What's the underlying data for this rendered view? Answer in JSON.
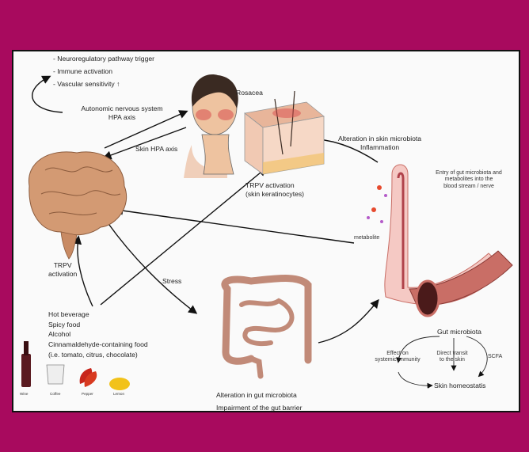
{
  "figure": {
    "top_triggers": [
      "- Neuroregulatory pathway trigger",
      "- Immune activation",
      "- Vascular sensitivity ↑"
    ],
    "autonomic": [
      "Autonomic nervous system",
      "HPA axis"
    ],
    "skin_hpa": "Skin HPA axis",
    "rosacea": "Rosacea",
    "trpv_skin": [
      "TRPV activation",
      "(skin keratinocytes)"
    ],
    "alteration_skin": [
      "Alteration in skin microbiota",
      "Inflammation"
    ],
    "entry_gut": [
      "Entry of gut microbiota and",
      "metabolites into the",
      "blood stream / nerve"
    ],
    "metabolite": "metabolite",
    "trpv_brain": [
      "TRPV",
      "activation"
    ],
    "stress": "Stress",
    "triggers": [
      "Hot beverage",
      "Spicy food",
      "Alcohol",
      "Cinnamaldehyde-containing food",
      "(i.e. tomato, citrus, chocolate)"
    ],
    "food_labels": [
      "Wine",
      "Coffee",
      "Pepper",
      "Lemon"
    ],
    "gut_alteration": [
      "Alteration in gut microbiota",
      "Impairment of the gut barrier"
    ],
    "gut_microbiota": "Gut microbiota",
    "systemic": [
      "Effect on",
      "systemic immunity"
    ],
    "direct": [
      "Direct transit",
      "to the skin"
    ],
    "scfa": "SCFA",
    "homeostasis": "Skin homeostatis"
  },
  "colors": {
    "background": "#a80a5e",
    "panel": "#fafafa",
    "brain": "#d39a73",
    "skin": "#e9b28f",
    "vessel": "#c96e66"
  }
}
